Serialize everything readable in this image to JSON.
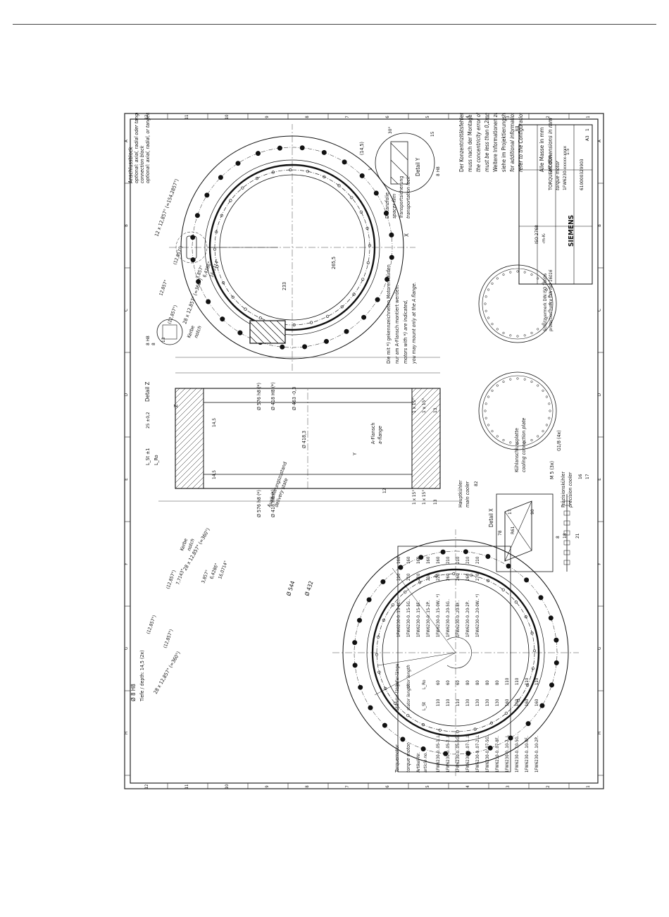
{
  "frame": {
    "row_letters": [
      "A",
      "B",
      "C",
      "D",
      "E",
      "F",
      "G",
      "H"
    ],
    "col_numbers": [
      "1",
      "2",
      "3",
      "4",
      "5",
      "6",
      "7",
      "8",
      "9",
      "10",
      "11",
      "12"
    ]
  },
  "left_view": {
    "hole_callout": "Ø 8 H8",
    "depth_callout": "Tiefe / depth: 14,5  (2x)",
    "pitch_callout_1": "28 x 12,857° (=360°)",
    "pitch_callout_2": "28 x 12,857° (=360°)",
    "angle_1": "(12,857°)",
    "angle_2": "(12,857°)",
    "angle_3": "7,7143°",
    "angle_4": "3,857°",
    "angle_5": "6,4286°",
    "angle_6": "16,0714°",
    "angle_7": "(12,857°)",
    "notch_de": "Kerbe",
    "notch_en": "notch",
    "dia_544": "Ø 544",
    "dia_432": "Ø 432",
    "delivery_de": "Auslieferungszustand",
    "delivery_en": "delivery state"
  },
  "right_view": {
    "block_de": "Anschlussblock",
    "block_de2": "optional: axial, radial oder tangential",
    "block_en1": "connection block",
    "block_en2": "optional: axial, radial, or tangential",
    "pitch_callout": "12 x 12,857° (=154,2857°)",
    "pitch_callout_2": "28 x 12,857° (=360°)",
    "angle_1": "12,857°",
    "angle_2": "(12,857°)",
    "angle_3": "(12,857°)",
    "angle_4": "3,857°",
    "angle_5": "6,4286°",
    "angle_6": "16,0714°",
    "notch_de": "Kerbe",
    "notch_en": "notch",
    "dim_233": "233",
    "dim_265": "265,5",
    "label_x": "X"
  },
  "section": {
    "detail_z": "Detail Z",
    "label_z": "Z",
    "label_y": "Y",
    "l_st": "L_St ±1",
    "l_ro": "L_Ro",
    "dim_25": "25 ±0,2",
    "d_576": "Ø 576 h8 (*)",
    "d_418": "Ø 418 H8 (*)",
    "d_463": "Ø 463 -0,3",
    "d_418_3": "Ø 418,3",
    "d_576b": "Ø 576 h8 (*)",
    "d_418b": "Ø 418 H8 (*)",
    "dim_14_5a": "14,5",
    "dim_14_5b": "14,5",
    "chamfer_1": "1 x 15°",
    "chamfer_2": "1 x 15°",
    "chamfer_3": "1 x 15°",
    "chamfer_4": "1 x 15°",
    "dim_13a": "13",
    "dim_13b": "13",
    "dim_12": "12",
    "aflange_de": "A-Flansch",
    "aflange_en": "a-flange",
    "note_de1": "Die mit *) gekennzeichneten Motoren dürfen",
    "note_de2": "nur am A-Flansch montiert werden.",
    "note_en1": "motors with *) are indicated,",
    "note_en2": "you may mount only at the A flange."
  },
  "detail_y": {
    "title": "Detail Y",
    "dim_14_5": "(14,5)",
    "dim_30": "30°",
    "dim_15": "15",
    "dim_8": "8 H8",
    "dim_1": "1"
  },
  "detail_small": {
    "dim_8": "8 H8",
    "dim_13": "13",
    "dim_8b": "8"
  },
  "detail_x": {
    "title": "Detail X",
    "dim_78": "78",
    "dim_17": "17",
    "dim_r61": "R61",
    "dim_90": "90",
    "dim_82": "82",
    "dim_21": "21",
    "dim_8": "8",
    "dim_18": "18",
    "main_cooler_de": "Hauptkühler",
    "main_cooler_en": "main cooler",
    "plate_de": "Kühlanschlussplatte",
    "plate_en": "cooling connection plate",
    "precision_de": "Präzisionskühler",
    "precision_en": "precision cooler",
    "thread_1": "M 5 (3x)",
    "thread_2": "G1/8 (4x)",
    "dim_16": "16",
    "dim_17b": "17"
  },
  "transport": {
    "spacer_de": "Distanzfolie",
    "spacer_en": "spacer film",
    "lock_de": "Transportsicherung",
    "lock_en": "transportation lock"
  },
  "notes_right": {
    "conc_de1": "Der Konzentrizitätsfehler der Durchmesser ( * )",
    "conc_de2": "muss nach der Montage unter 0,2mm liegen!",
    "conc_en1": "the concentricity error of the diameters ( * )",
    "conc_en2": "must be less than 0,2mm after installation",
    "info_de1": "Weitere Informationen zum elektrischen Anschluss",
    "info_de2": "siehe im Projektierungshandbuch!",
    "info_en1": "for additional information on the electrical connection",
    "info_en2": "refer to the Configuration Manual.",
    "units_de": "Alle Masse in mm",
    "units_en": "all dimensions in mm"
  },
  "table_left": {
    "h1_de": "Torquemotor",
    "h1_en": "torque motor",
    "h2_de": "Ständer-länge",
    "h2_en": "stator length",
    "h3_de": "Läufer-länge",
    "h3_en": "rotor length",
    "art_de": "Artikel-Nr.",
    "art_en": "article no.",
    "sym1": "L_St",
    "sym2": "L_Ro",
    "rows": [
      {
        "a": "1FW6230-0..05-1..L",
        "s": "110",
        "r": "60"
      },
      {
        "a": "1FW6230-0..05-2..L",
        "s": "110",
        "r": "60"
      },
      {
        "a": "1FW6230-0..05-5G..",
        "s": "110",
        "r": "60"
      },
      {
        "a": "1FW6230-0..07-1..L",
        "s": "130",
        "r": "80"
      },
      {
        "a": "1FW6230-0..07-2..L",
        "s": "130",
        "r": "80"
      },
      {
        "a": "1FW6230-0..07-5G..",
        "s": "130",
        "r": "80"
      },
      {
        "a": "1FW6230-0..07-8F..",
        "s": "130",
        "r": "80"
      },
      {
        "a": "1FW6230-0..10-2..L",
        "s": "160",
        "r": "110"
      },
      {
        "a": "1FW6230-0..10-5G..",
        "s": "160",
        "r": "110"
      },
      {
        "a": "1FW6230-0..10-8F..",
        "s": "160",
        "r": "110"
      },
      {
        "a": "1FW6230-0..10-2P..",
        "s": "160",
        "r": "110"
      }
    ]
  },
  "table_right": {
    "rows": [
      {
        "a": "1FW6230-0..15-4C..",
        "s": "210",
        "r": "160"
      },
      {
        "a": "1FW6230-0..15-5G..",
        "s": "210",
        "r": "160"
      },
      {
        "a": "1FW6230-0..15-8F..",
        "s": "210",
        "r": "160"
      },
      {
        "a": "1FW6230-0..15-2P..",
        "s": "210",
        "r": "160"
      },
      {
        "a": "1FW6230-0..15-0W.. *)",
        "s": "220",
        "r": "160"
      },
      {
        "a": "1FW6230-0..20-5G..",
        "s": "260",
        "r": "210"
      },
      {
        "a": "1FW6230-0..20-8F..",
        "s": "260",
        "r": "210"
      },
      {
        "a": "1FW6230-0..20-2P..",
        "s": "260",
        "r": "210"
      },
      {
        "a": "1FW6230-0..20-0W.. *)",
        "s": "270",
        "r": "210"
      }
    ]
  },
  "title_block": {
    "company": "SIEMENS",
    "product_de": "TORQUEMOTOR",
    "product_en": "torque motor",
    "part_no": "1FW6230-xxxxx-xxxx",
    "drawing_no": "610000329903",
    "scale": "1:5",
    "weight_label": "kg",
    "material": "ISO 2768",
    "tolerance": "-m-K-",
    "standard_1": "Schutzvermerk DIN ISO 16016",
    "standard_2": "protection notice DIN ISO 16016",
    "format": "A3",
    "sheet": "1"
  }
}
